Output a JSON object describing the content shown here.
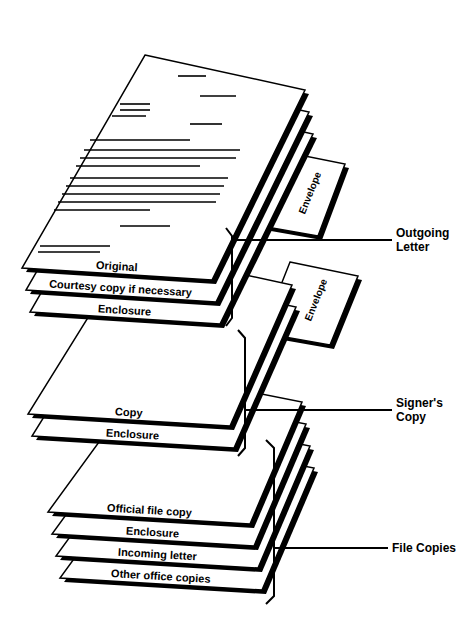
{
  "diagram": {
    "nodes": [
      {
        "text": [
          "Original"
        ]
      },
      {
        "text": [
          "Courtesy copy if necessary"
        ]
      },
      {
        "text": [
          "Enclosure"
        ]
      },
      {
        "text": [
          "Envelope"
        ]
      },
      {
        "text": [
          "Envelope"
        ]
      },
      {
        "text": [
          "Copy"
        ]
      },
      {
        "text": [
          "Enclosure"
        ]
      },
      {
        "text": [
          "Official file copy"
        ]
      },
      {
        "text": [
          "Enclosure"
        ]
      },
      {
        "text": [
          "Incoming letter"
        ]
      },
      {
        "text": [
          "Other office copies"
        ]
      }
    ],
    "labels": [
      "Outgoing Letter",
      "Signer's Copy",
      "File Copies"
    ]
  }
}
